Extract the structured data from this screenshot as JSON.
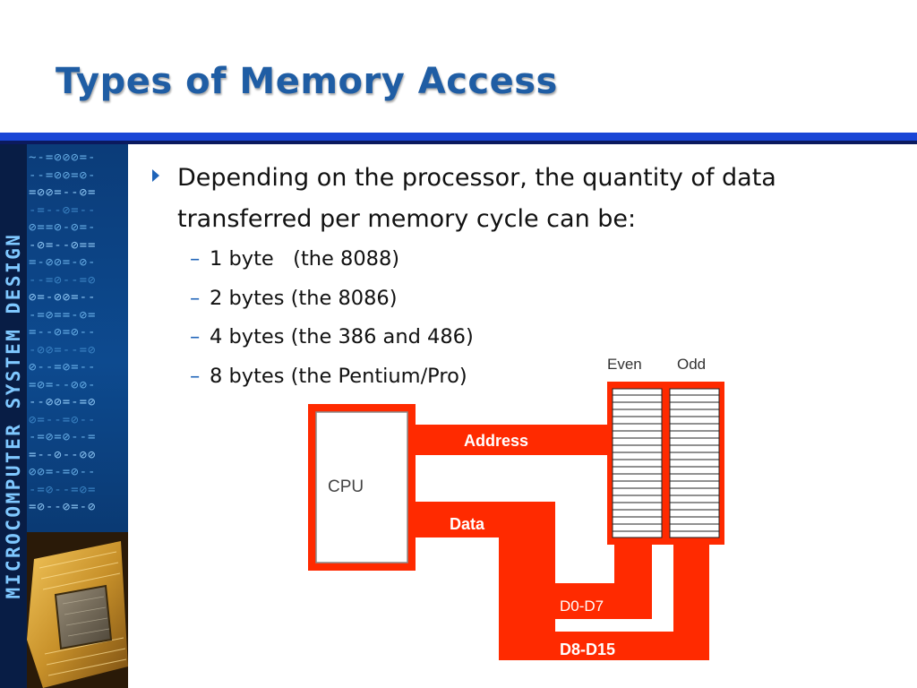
{
  "slide": {
    "title": "Types of Memory Access",
    "sidebar_text": "MICROCOMPUTER SYSTEM DESIGN"
  },
  "content": {
    "bullet": "Depending on the processor, the quantity of data transferred per memory cycle can be:",
    "sub_items": [
      {
        "label": "1 byte   (the 8088)"
      },
      {
        "label": "2 bytes (the 8086)"
      },
      {
        "label": "4 bytes (the 386 and 486)"
      },
      {
        "label": "8 bytes (the Pentium/Pro)"
      }
    ]
  },
  "diagram": {
    "cpu_label": "CPU",
    "address_label": "Address",
    "data_label": "Data",
    "even_label": "Even",
    "odd_label": "Odd",
    "low_bus_label": "D0-D7",
    "high_bus_label": "D8-D15",
    "bus_color": "#ff2a00"
  },
  "icons": {
    "bullet": "triangle-right-icon",
    "sub_bullet": "dash-icon",
    "chip": "processor-chip-icon"
  },
  "colors": {
    "title": "#1f5da4",
    "rule": "#1a46d6",
    "sidebar": "#0d4a8f"
  }
}
